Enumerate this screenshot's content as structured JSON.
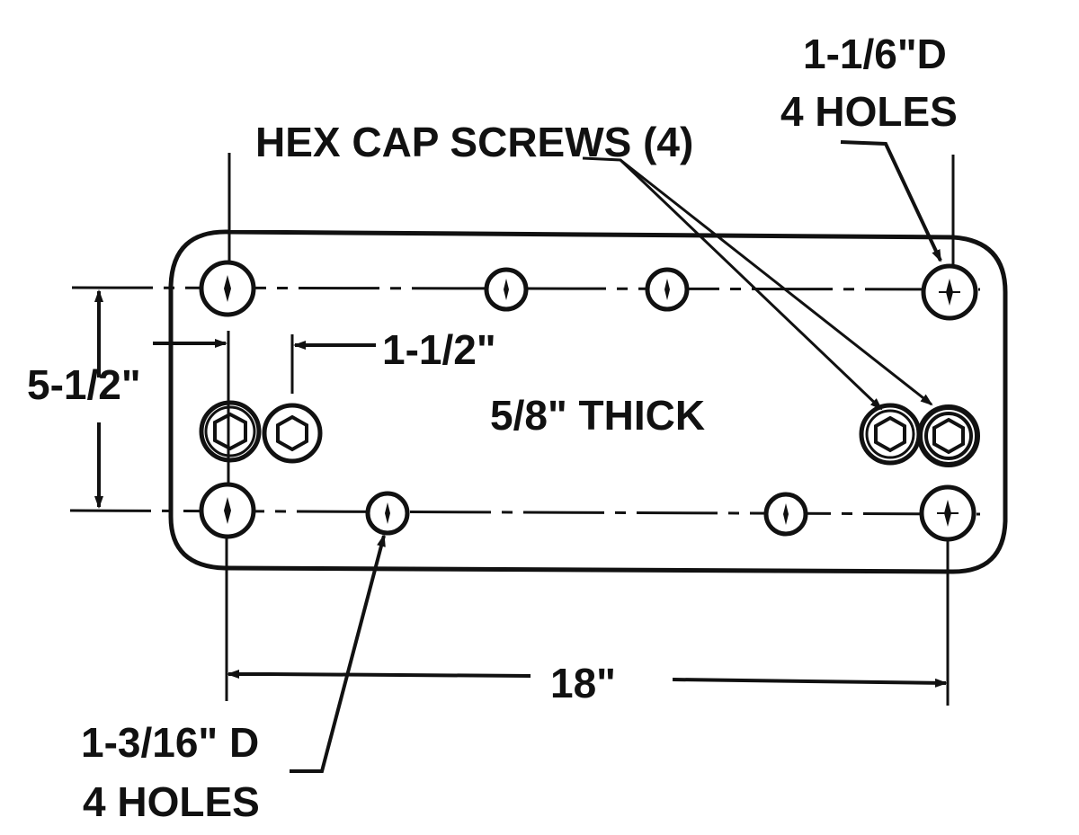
{
  "labels": {
    "large_hole_size": "1-1/6\"D",
    "large_hole_count": "4 HOLES",
    "hex_screws": "HEX CAP SCREWS (4)",
    "height": "5-1/2\"",
    "spacing": "1-1/2\"",
    "thickness": "5/8\" THICK",
    "length": "18\"",
    "small_hole_size": "1-3/16\" D",
    "small_hole_count": "4 HOLES"
  },
  "colors": {
    "ink": "#111111",
    "paper": "#ffffff"
  }
}
